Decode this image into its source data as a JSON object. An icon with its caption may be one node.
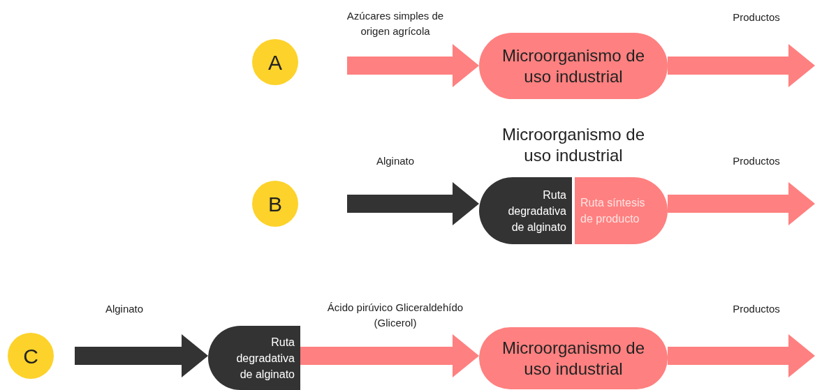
{
  "diagram": {
    "nodes": [
      {
        "text": [
          "A"
        ]
      },
      {
        "text": [
          "Microorganismo de uso industrial"
        ]
      },
      {
        "text": [
          "B"
        ]
      },
      {
        "text": [
          "Microorganismo de uso industrial"
        ]
      },
      {
        "text": [
          "Ruta degradativa de alginato"
        ],
        "in": 3
      },
      {
        "text": [
          "Ruta síntesis de producto"
        ],
        "in": 3
      },
      {
        "text": [
          "C"
        ]
      },
      {
        "text": [
          "Ruta degradativa de alginato"
        ]
      },
      {
        "text": [
          "Microorganismo de uso industrial"
        ]
      }
    ],
    "edges": [
      {
        "from": null,
        "to": 1,
        "arrow": "to",
        "label": "Azúcares simples de origen agrícola"
      },
      {
        "from": 1,
        "to": null,
        "arrow": "to",
        "label": "Productos"
      },
      {
        "from": null,
        "to": 3,
        "arrow": "to",
        "label": "Alginato",
        "color": "#333333"
      },
      {
        "from": 3,
        "to": null,
        "arrow": "to",
        "label": "Productos"
      },
      {
        "from": null,
        "to": 7,
        "arrow": "to",
        "label": "Alginato",
        "color": "#333333"
      },
      {
        "from": 7,
        "to": 8,
        "arrow": "to",
        "label": "Ácido pirúvico Gliceraldehído (Glicerol)"
      },
      {
        "from": 8,
        "to": null,
        "arrow": "to",
        "label": "Productos"
      }
    ]
  }
}
